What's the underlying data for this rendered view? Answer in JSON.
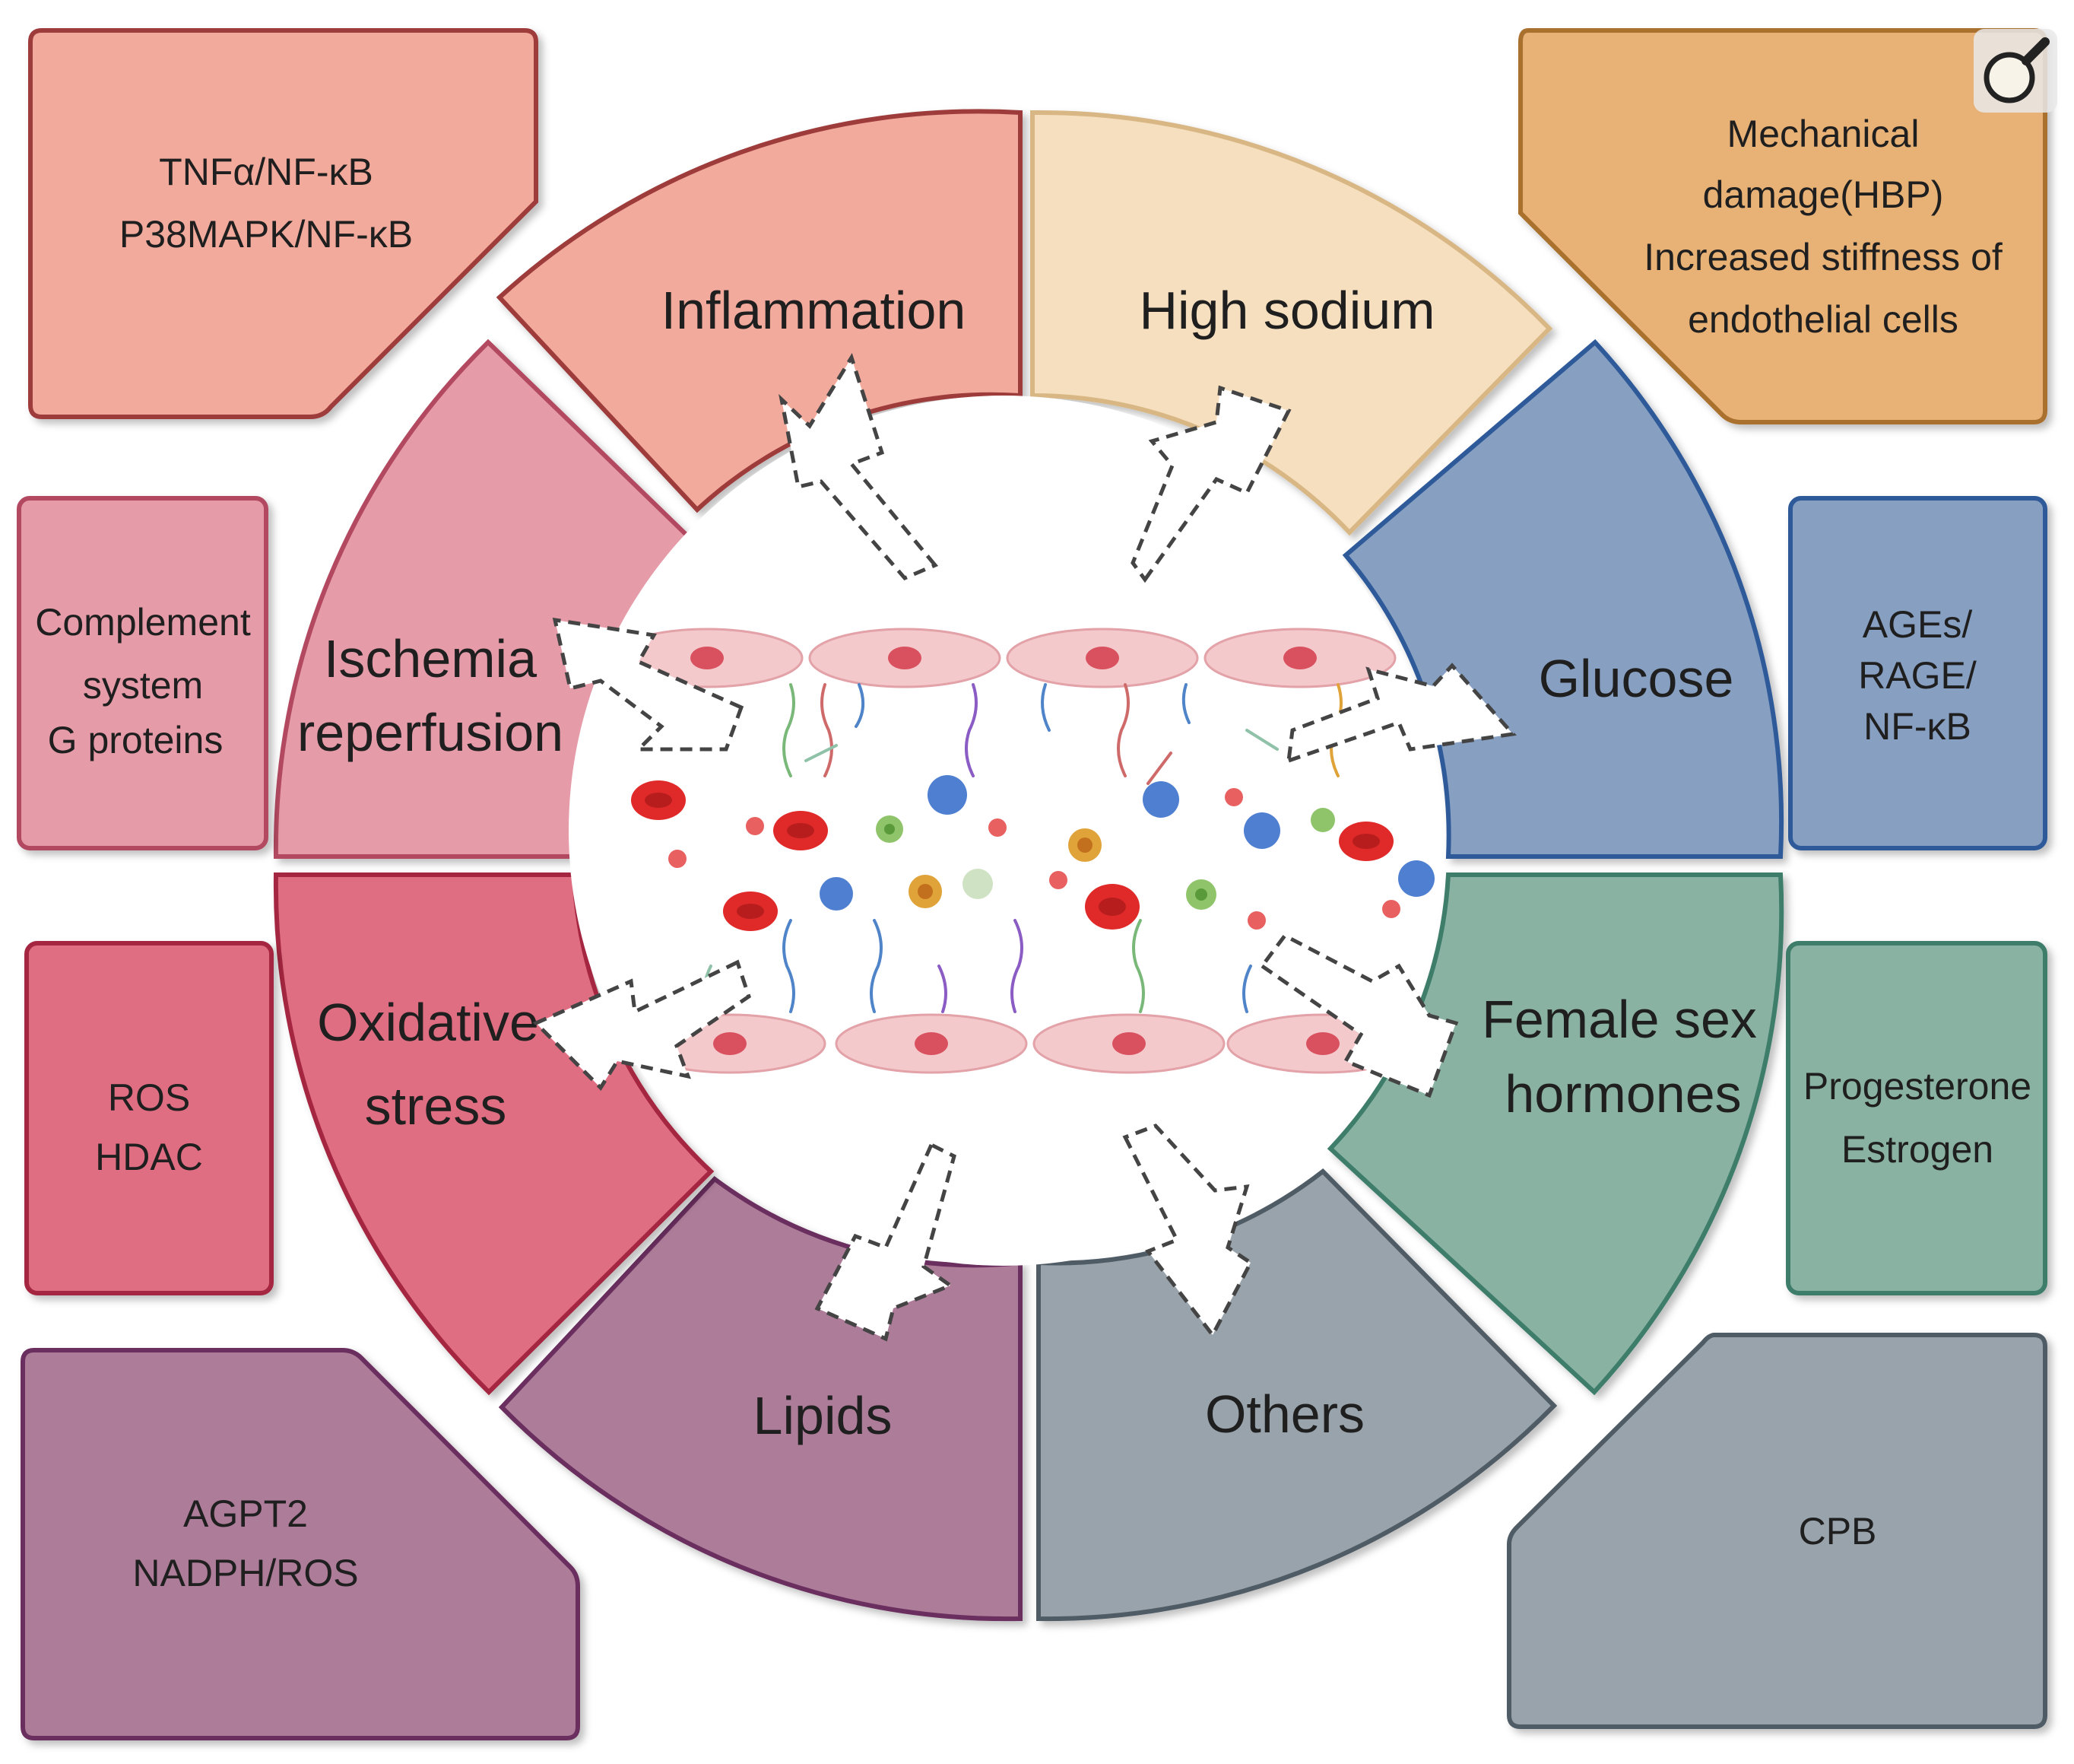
{
  "colors": {
    "inflammation": "#f2aa9c",
    "inflammation_border": "#9e3b3b",
    "high_sodium": "#f6dfbf",
    "high_sodium_border": "#d8b784",
    "glucose": "#879fc1",
    "glucose_border": "#2e5a9a",
    "female_sex_hormones": "#8ab2a3",
    "female_sex_hormones_border": "#3c7d6b",
    "others": "#99a3ab",
    "others_border": "#4f5c66",
    "lipids": "#ad7b99",
    "lipids_border": "#6b2f5e",
    "oxidative_stress": "#e06e82",
    "oxidative_stress_border": "#a52840",
    "ischemia_reperfusion": "#e59ba8",
    "ischemia_reperfusion_border": "#b24a60",
    "mechanical_box": "#e8b176",
    "mechanical_box_border": "#a9702f",
    "endothelial_cell": "#f4c9cc",
    "red_blood_cell": "#e02a2a"
  },
  "segments": {
    "inflammation": {
      "line1": "Inflammation"
    },
    "high_sodium": {
      "line1": "High sodium"
    },
    "glucose": {
      "line1": "Glucose"
    },
    "female_sex_hormones": {
      "line1": "Female sex",
      "line2": "hormones"
    },
    "others": {
      "line1": "Others"
    },
    "lipids": {
      "line1": "Lipids"
    },
    "oxidative_stress": {
      "line1": "Oxidative",
      "line2": "stress"
    },
    "ischemia_reperfusion": {
      "line1": "Ischemia",
      "line2": "reperfusion"
    }
  },
  "boxes": {
    "inflammation": {
      "line1": "TNFα/NF-κB",
      "line2": "P38MAPK/NF-κB"
    },
    "high_sodium": {
      "line1": "Mechanical",
      "line2": "damage(HBP)",
      "line3": "Increased stiffness of",
      "line4": "endothelial cells"
    },
    "ischemia_reperfusion": {
      "line1": "Complement",
      "line2": "system",
      "line3": "G proteins"
    },
    "glucose": {
      "line1": "AGEs/",
      "line2": "RAGE/",
      "line3": "NF-κB"
    },
    "oxidative_stress": {
      "line1": "ROS",
      "line2": "HDAC"
    },
    "female_sex_hormones": {
      "line1": "Progesterone",
      "line2": "Estrogen"
    },
    "lipids": {
      "line1": "AGPT2",
      "line2": "NADPH/ROS"
    },
    "others": {
      "line1": "CPB"
    }
  },
  "icons": {
    "zoom": "magnifier-icon"
  }
}
